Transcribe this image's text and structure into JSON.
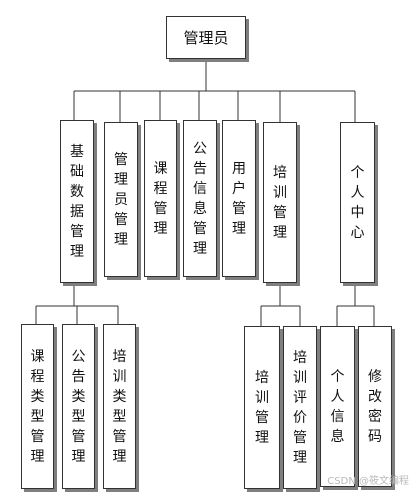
{
  "diagram": {
    "root": "管理员",
    "level1": [
      "基础数据管理",
      "管理员管理",
      "课程管理",
      "公告信息管理",
      "用户管理",
      "培训管理",
      "个人中心"
    ],
    "basic_children": [
      "课程类型管理",
      "公告类型管理",
      "培训类型管理"
    ],
    "training_children": [
      "培训管理",
      "培训评价管理"
    ],
    "personal_children": [
      "个人信息",
      "修改密码"
    ]
  },
  "watermark": "CSDN @筱文编程"
}
